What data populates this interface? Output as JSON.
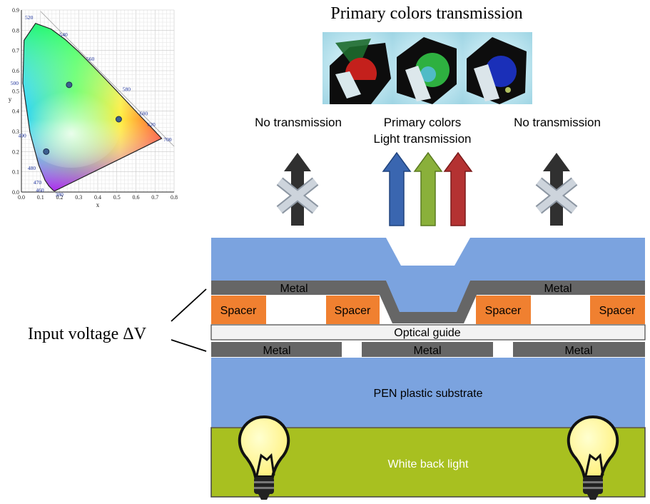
{
  "title": "Primary colors transmission",
  "labels": {
    "left_top": "No transmission",
    "center_top_1": "Primary colors",
    "center_top_2": "Light transmission",
    "right_top": "No transmission",
    "metal": "Metal",
    "spacer": "Spacer",
    "optical_guide": "Optical guide",
    "substrate": "PEN plastic substrate",
    "backlight": "White back light",
    "input_voltage": "Input voltage ΔV"
  },
  "cie": {
    "x_label": "x",
    "y_label": "y",
    "x_ticks": [
      "0.0",
      "0.1",
      "0.2",
      "0.3",
      "0.4",
      "0.5",
      "0.6",
      "0.7",
      "0.8"
    ],
    "y_ticks": [
      "0.0",
      "0.1",
      "0.2",
      "0.3",
      "0.4",
      "0.5",
      "0.6",
      "0.7",
      "0.8",
      "0.9"
    ],
    "wavelengths": [
      "380",
      "460",
      "470",
      "480",
      "490",
      "500",
      "520",
      "540",
      "560",
      "580",
      "600",
      "620",
      "700"
    ],
    "points": [
      {
        "x": 0.25,
        "y": 0.53
      },
      {
        "x": 0.51,
        "y": 0.36
      },
      {
        "x": 0.13,
        "y": 0.2
      }
    ]
  },
  "colors": {
    "layer_blue": "#7ba3df",
    "metal": "#666666",
    "spacer": "#f08030",
    "backlight": "#a8c020",
    "arrow_blue": "#3a66b0",
    "arrow_green": "#8ab03a",
    "arrow_red": "#b43232",
    "arrow_dark": "#303030",
    "cross": "#c4ccd6"
  }
}
